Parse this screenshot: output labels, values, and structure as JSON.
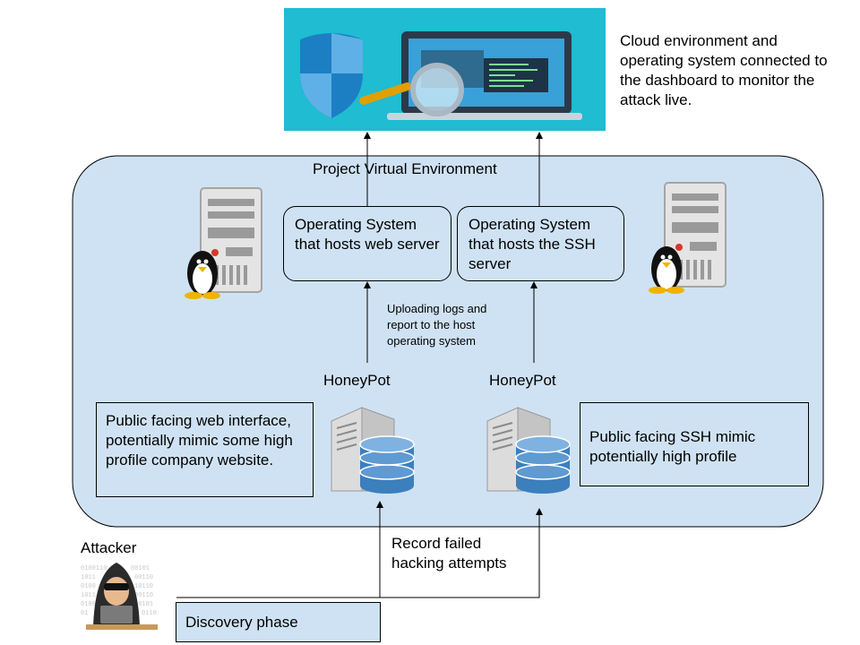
{
  "cloud_note": "Cloud environment and operating system connected to the dashboard  to monitor the attack live.",
  "environment_label": "Project Virtual Environment",
  "os_web": "Operating System that hosts web server",
  "os_ssh": "Operating System that hosts the SSH server",
  "upload_note": "Uploading logs and report to the host operating system",
  "honeypot_left": "HoneyPot",
  "honeypot_right": "HoneyPot",
  "web_interface_note": "Public facing web interface, potentially mimic some high profile company website.",
  "ssh_note": "Public facing SSH mimic potentially high profile",
  "attacker_label": "Attacker",
  "record_note": "Record failed hacking attempts",
  "discovery_label": "Discovery phase",
  "icons": [
    "dashboard-shield-laptop-image",
    "linux-server-icon",
    "honeypot-server-database-icon",
    "hacker-icon"
  ],
  "colors": {
    "environment_fill": "#cfe2f3",
    "dashboard_bg": "#1fbcd2",
    "shield": "#1c7fc4"
  }
}
